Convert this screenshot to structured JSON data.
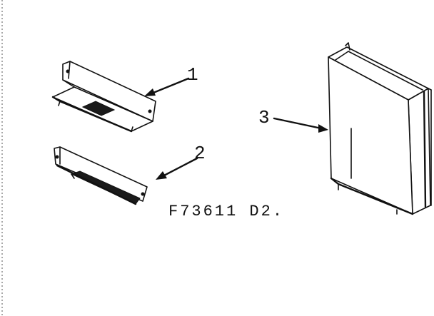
{
  "diagram": {
    "parts": [
      {
        "callout": "1"
      },
      {
        "callout": "2"
      },
      {
        "callout": "3"
      }
    ],
    "figure_code": "F73611 D2."
  }
}
